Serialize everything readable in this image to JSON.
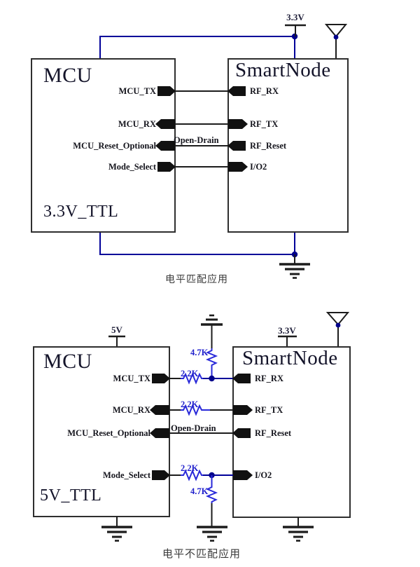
{
  "diagram1": {
    "caption": "电平匹配应用",
    "power_label": "3.3V",
    "wire_label": "Open-Drain",
    "mcu": {
      "title": "MCU",
      "level_label": "3.3V_TTL",
      "pins": [
        "MCU_TX",
        "MCU_RX",
        "MCU_Reset_Optional",
        "Mode_Select"
      ]
    },
    "smartnode": {
      "title": "SmartNode",
      "pins": [
        "RF_RX",
        "RF_TX",
        "RF_Reset",
        "I/O2"
      ]
    }
  },
  "diagram2": {
    "caption": "电平不匹配应用",
    "wire_label": "Open-Drain",
    "mcu": {
      "title": "MCU",
      "level_label": "5V_TTL",
      "power_label": "5V",
      "pins": [
        "MCU_TX",
        "MCU_RX",
        "MCU_Reset_Optional",
        "Mode_Select"
      ]
    },
    "smartnode": {
      "title": "SmartNode",
      "power_label": "3.3V",
      "pins": [
        "RF_RX",
        "RF_TX",
        "RF_Reset",
        "I/O2"
      ]
    },
    "resistors": {
      "pullup_tx": "4.7K",
      "series_tx": "2.2K",
      "series_rx": "2.2K",
      "series_mode": "2.2K",
      "pulldown_mode": "4.7K"
    }
  },
  "colors": {
    "wire_blue": "#000099",
    "resistor_blue": "#2929d9",
    "label_blue": "#2222cc",
    "line_black": "#1c1c1c"
  }
}
